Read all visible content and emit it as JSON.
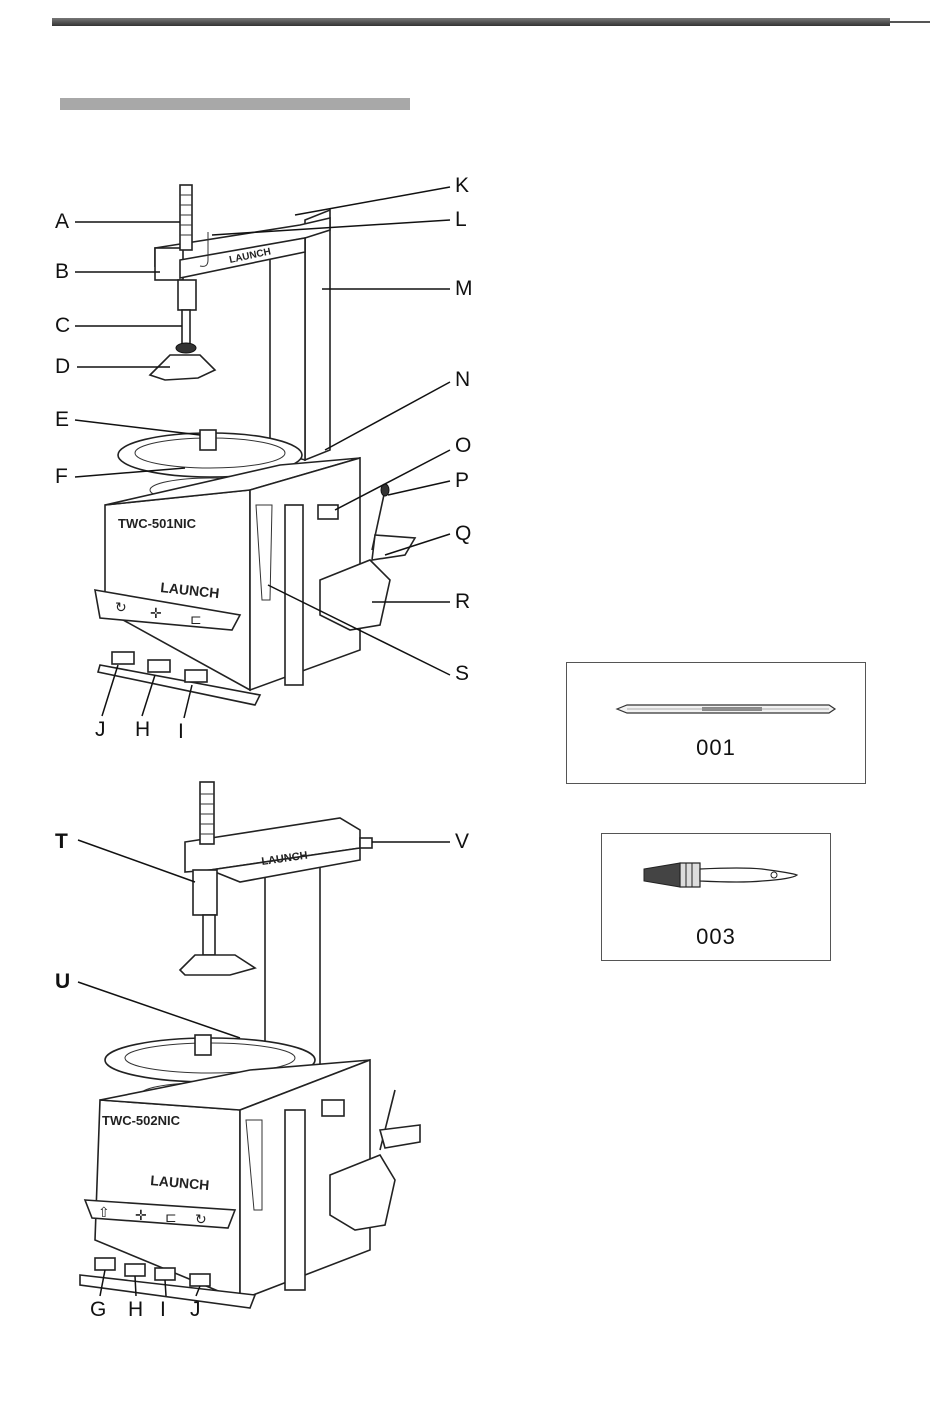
{
  "machine1": {
    "model": "TWC-501NIC",
    "brand_top": "LAUNCH",
    "brand_front": "LAUNCH",
    "labels": [
      "A",
      "B",
      "C",
      "D",
      "E",
      "F",
      "J",
      "H",
      "I",
      "K",
      "L",
      "M",
      "N",
      "O",
      "P",
      "Q",
      "R",
      "S"
    ]
  },
  "machine2": {
    "model": "TWC-502NIC",
    "brand_top": "LAUNCH",
    "brand_front": "LAUNCH",
    "labels": [
      "T",
      "U",
      "V",
      "G",
      "H",
      "I",
      "J"
    ]
  },
  "accessories": [
    {
      "code": "001",
      "icon": "tire-lever-icon"
    },
    {
      "code": "003",
      "icon": "brush-icon"
    }
  ]
}
